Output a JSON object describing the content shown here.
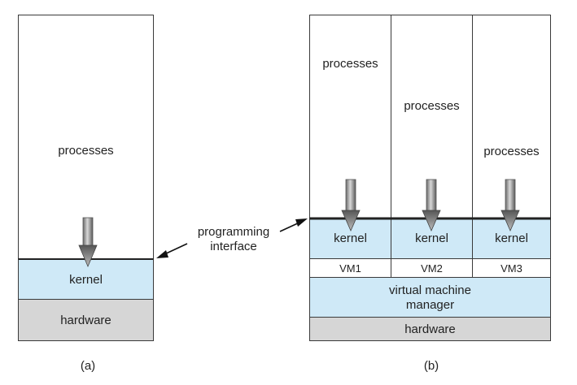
{
  "diagram_a": {
    "processes": "processes",
    "kernel": "kernel",
    "hardware": "hardware",
    "caption": "(a)"
  },
  "annotation": {
    "line1": "programming",
    "line2": "interface"
  },
  "diagram_b": {
    "columns": [
      {
        "processes": "processes",
        "kernel": "kernel",
        "vm": "VM1"
      },
      {
        "processes": "processes",
        "kernel": "kernel",
        "vm": "VM2"
      },
      {
        "processes": "processes",
        "kernel": "kernel",
        "vm": "VM3"
      }
    ],
    "vmm_line1": "virtual machine",
    "vmm_line2": "manager",
    "hardware": "hardware",
    "caption": "(b)"
  },
  "colors": {
    "kernel_fill": "#cfe9f7",
    "hardware_fill": "#d6d6d6",
    "border": "#3a3a3a"
  }
}
